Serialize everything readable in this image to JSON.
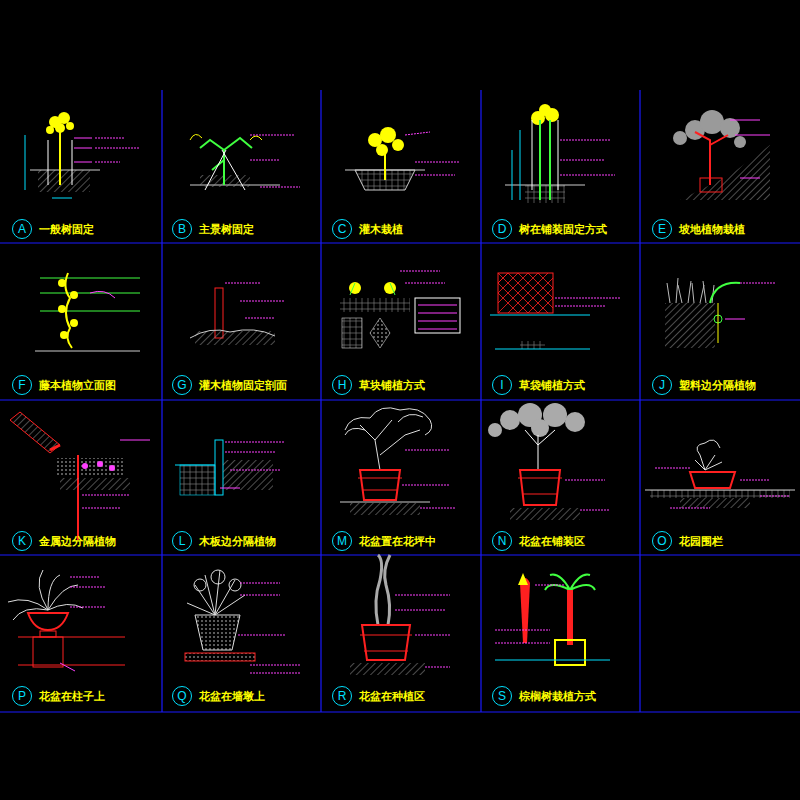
{
  "diagram": {
    "nodes": [
      {
        "text": [
          "A",
          "一般树固定"
        ]
      },
      {
        "text": [
          "B",
          "主景树固定"
        ]
      },
      {
        "text": [
          "C",
          "灌木栽植"
        ]
      },
      {
        "text": [
          "D",
          "树在铺装固定方式"
        ]
      },
      {
        "text": [
          "E",
          "坡地植物栽植"
        ]
      },
      {
        "text": [
          "F",
          "藤本植物立面图"
        ]
      },
      {
        "text": [
          "G",
          "灌木植物固定剖面"
        ]
      },
      {
        "text": [
          "H",
          "草块铺植方式"
        ]
      },
      {
        "text": [
          "I",
          "草袋铺植方式"
        ]
      },
      {
        "text": [
          "J",
          "塑料边分隔植物"
        ]
      },
      {
        "text": [
          "K",
          "金属边分隔植物"
        ]
      },
      {
        "text": [
          "L",
          "木板边分隔植物"
        ]
      },
      {
        "text": [
          "M",
          "花盆置在花坪中"
        ]
      },
      {
        "text": [
          "N",
          "花盆在铺装区"
        ]
      },
      {
        "text": [
          "O",
          "花园围栏"
        ]
      },
      {
        "text": [
          "P",
          "花盆在柱子上"
        ]
      },
      {
        "text": [
          "Q",
          "花盆在墙墩上"
        ]
      },
      {
        "text": [
          "R",
          "花盆在种植区"
        ]
      },
      {
        "text": [
          "S",
          "棕榈树栽植方式"
        ]
      }
    ]
  }
}
